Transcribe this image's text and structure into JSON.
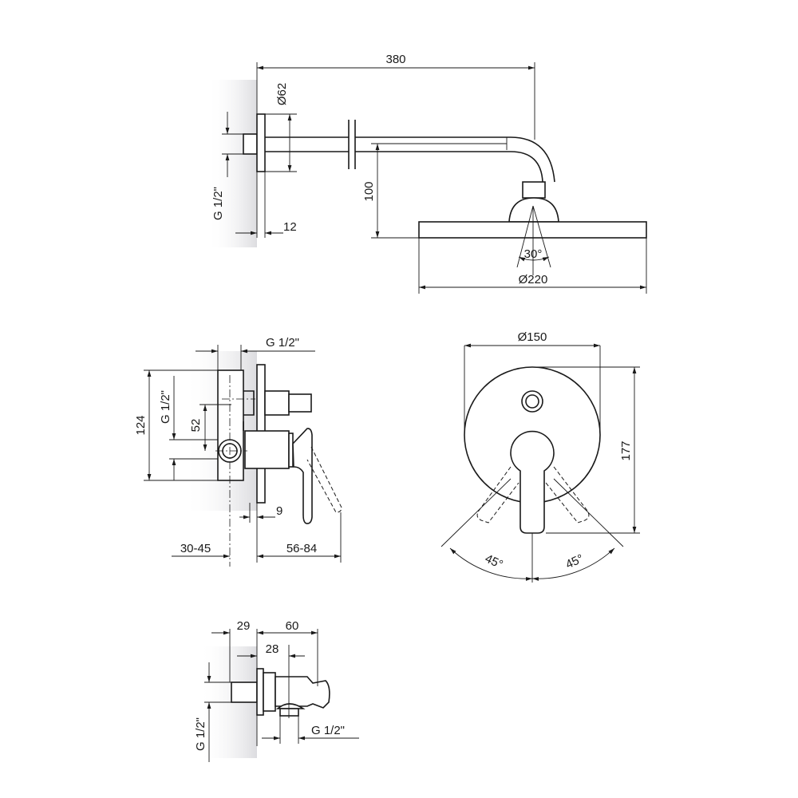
{
  "title": "Concealed shower set technical drawing",
  "shower_arm": {
    "length": "380",
    "flange_diameter": "Ø62",
    "inlet_thread": "G 1/2\"",
    "flange_depth": "12",
    "drop": "100",
    "tilt_angle": "30°",
    "head_diameter": "Ø220"
  },
  "mixer_side": {
    "top_thread": "G 1/2\"",
    "height": "124",
    "side_thread": "G 1/2\"",
    "spacing": "52",
    "plate_offset": "9",
    "install_depth": "30-45",
    "projection": "56-84"
  },
  "mixer_front": {
    "plate_diameter": "Ø150",
    "height": "177",
    "angle_left": "45°",
    "angle_right": "45°"
  },
  "wall_outlet": {
    "stub_length": "29",
    "total_depth": "60",
    "outlet_offset": "28",
    "inlet_thread": "G 1/2\"",
    "outlet_thread": "G 1/2\""
  }
}
